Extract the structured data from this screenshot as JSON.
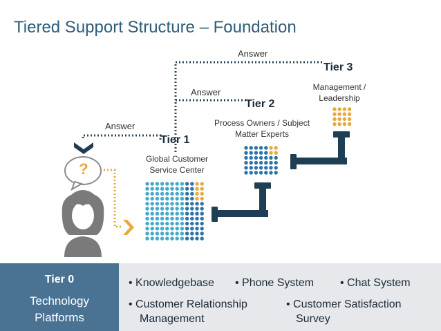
{
  "title": "Tiered Support Structure – Foundation",
  "answers": {
    "a1": "Answer",
    "a2": "Answer",
    "a3": "Answer"
  },
  "tiers": {
    "tier1": {
      "name": "Tier 1",
      "desc": "Global Customer Service Center"
    },
    "tier2": {
      "name": "Tier 2",
      "desc": "Process Owners / Subject Matter Experts"
    },
    "tier3": {
      "name": "Tier 3",
      "desc": "Management / Leadership"
    }
  },
  "question_mark": "?",
  "tier0": {
    "name": "Tier 0",
    "subtitle": "Technology Platforms",
    "items": [
      "• Knowledgebase",
      "• Phone System",
      "• Chat System",
      "• Customer Relationship Management",
      "• Customer Satisfaction Survey"
    ]
  },
  "colors": {
    "title": "#2e5c7a",
    "dot_teal": "#45a9cc",
    "dot_gold": "#e8a83a",
    "dot_blue": "#2b73a8",
    "dot_dark": "#1f4e78",
    "pipe": "#1f3e54",
    "dotted_line": "#2b4658",
    "gold_dotted": "#e8a83a",
    "tier0_bg": "#4a7393",
    "platform_bg": "#e6e8ec"
  }
}
